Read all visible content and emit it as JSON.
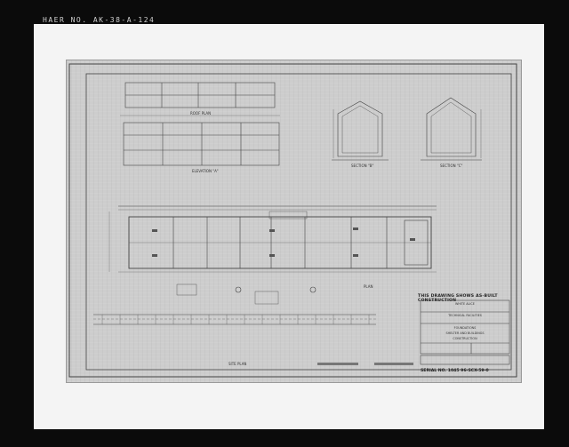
{
  "header": {
    "survey_id": "HAER NO. AK-38-A-124"
  },
  "sheet": {
    "view_titles": {
      "roof_plan": "ROOF PLAN",
      "elevation": "ELEVATION \"A\"",
      "section_1": "SECTION \"B\"",
      "section_2": "SECTION \"C\"",
      "plan": "PLAN",
      "site_plan": "SITE PLAN"
    },
    "notes": {
      "as_built": "THIS DRAWING SHOWS AS-BUILT CONSTRUCTION",
      "serial": "SERIAL NO. 1045 96-SCX-59-0"
    },
    "title_block": {
      "line1": "WHITE ALICE",
      "line2": "TECHNICAL FACILITIES",
      "line3": "FOUNDATIONS",
      "line4": "SHELTER AND BUILDINGS",
      "line5": "CONSTRUCTION"
    }
  }
}
